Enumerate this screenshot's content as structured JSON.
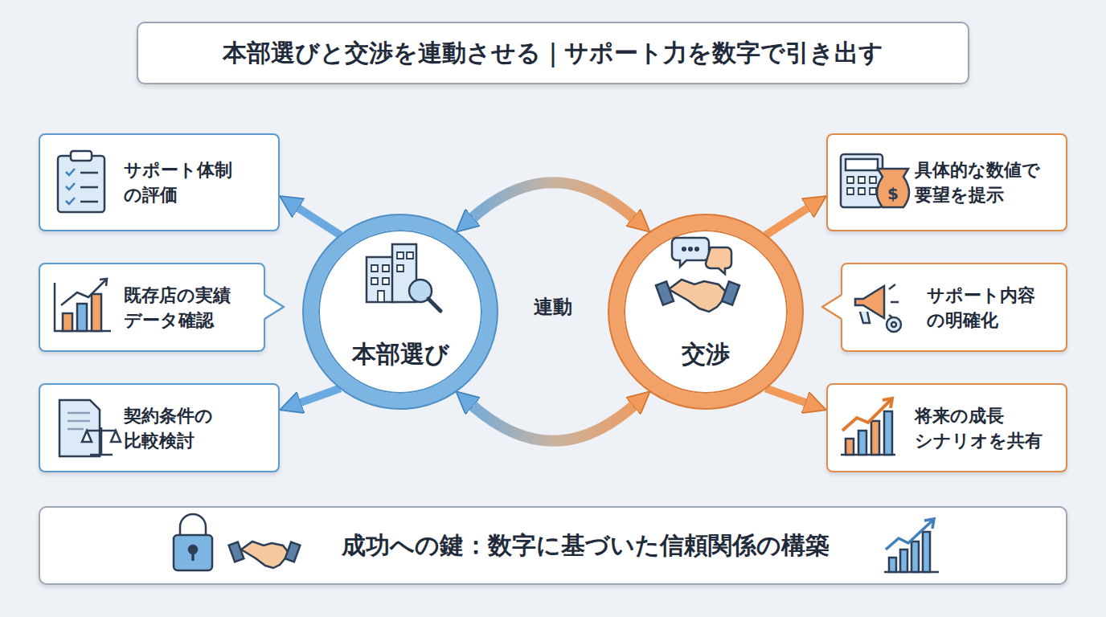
{
  "diagram": {
    "title": "本部選びと交渉を連動させる｜サポート力を数字で引き出す",
    "nodes": [
      {
        "text": [
          "サポート体制 の評価"
        ]
      },
      {
        "text": [
          "既存店の実績 データ確認"
        ]
      },
      {
        "text": [
          "契約条件の 比較検討"
        ]
      },
      {
        "text": [
          "本部選び"
        ]
      },
      {
        "text": [
          "交渉"
        ]
      },
      {
        "text": [
          "具体的な数値で 要望を提示"
        ]
      },
      {
        "text": [
          "サポート内容 の明確化"
        ]
      },
      {
        "text": [
          "将来の成長 シナリオを共有"
        ]
      },
      {
        "text": [
          "成功への鍵：数字に基づいた信頼関係の構築"
        ]
      }
    ],
    "edges": [
      {
        "from": 3,
        "to": 0,
        "arrow": "to"
      },
      {
        "from": 3,
        "to": 2,
        "arrow": "to"
      },
      {
        "from": 4,
        "to": 5,
        "arrow": "to"
      },
      {
        "from": 4,
        "to": 7,
        "arrow": "to"
      },
      {
        "from": 3,
        "to": 4,
        "arrow": "both"
      },
      {
        "from": 3,
        "to": 4,
        "arrow": "both"
      }
    ],
    "labels": [
      "連動"
    ]
  }
}
